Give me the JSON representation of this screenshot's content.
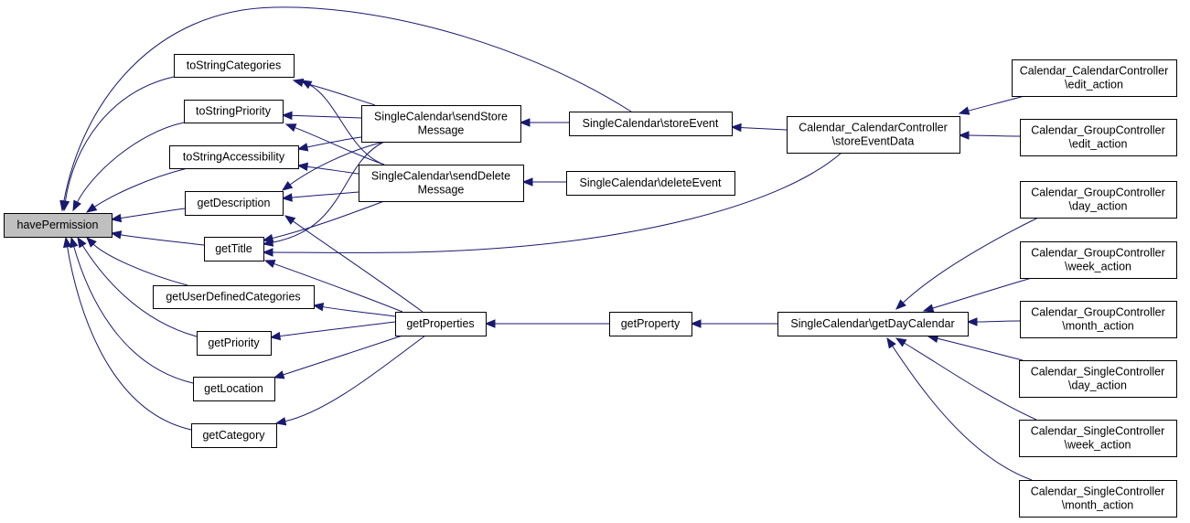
{
  "diagram": {
    "type": "call-graph",
    "colors": {
      "edge": "#191970",
      "root_fill": "#bfbfbf",
      "node_fill": "#ffffff",
      "border": "#000000"
    },
    "nodes": [
      {
        "id": "havePermission",
        "lines": [
          "havePermission"
        ],
        "root": true
      },
      {
        "id": "toStringCategories",
        "lines": [
          "toStringCategories"
        ]
      },
      {
        "id": "toStringPriority",
        "lines": [
          "toStringPriority"
        ]
      },
      {
        "id": "toStringAccessibility",
        "lines": [
          "toStringAccessibility"
        ]
      },
      {
        "id": "getDescription",
        "lines": [
          "getDescription"
        ]
      },
      {
        "id": "getTitle",
        "lines": [
          "getTitle"
        ]
      },
      {
        "id": "getUserDefinedCategories",
        "lines": [
          "getUserDefinedCategories"
        ]
      },
      {
        "id": "getPriority",
        "lines": [
          "getPriority"
        ]
      },
      {
        "id": "getLocation",
        "lines": [
          "getLocation"
        ]
      },
      {
        "id": "getCategory",
        "lines": [
          "getCategory"
        ]
      },
      {
        "id": "sendStoreMessage",
        "lines": [
          "SingleCalendar\\sendStore",
          "Message"
        ]
      },
      {
        "id": "sendDeleteMessage",
        "lines": [
          "SingleCalendar\\sendDelete",
          "Message"
        ]
      },
      {
        "id": "getProperties",
        "lines": [
          "getProperties"
        ]
      },
      {
        "id": "storeEvent",
        "lines": [
          "SingleCalendar\\storeEvent"
        ]
      },
      {
        "id": "deleteEvent",
        "lines": [
          "SingleCalendar\\deleteEvent"
        ]
      },
      {
        "id": "getProperty",
        "lines": [
          "getProperty"
        ]
      },
      {
        "id": "storeEventData",
        "lines": [
          "Calendar_CalendarController",
          "\\storeEventData"
        ]
      },
      {
        "id": "getDayCalendar",
        "lines": [
          "SingleCalendar\\getDayCalendar"
        ]
      },
      {
        "id": "ccEditAction",
        "lines": [
          "Calendar_CalendarController",
          "\\edit_action"
        ]
      },
      {
        "id": "gcEditAction",
        "lines": [
          "Calendar_GroupController",
          "\\edit_action"
        ]
      },
      {
        "id": "gcDayAction",
        "lines": [
          "Calendar_GroupController",
          "\\day_action"
        ]
      },
      {
        "id": "gcWeekAction",
        "lines": [
          "Calendar_GroupController",
          "\\week_action"
        ]
      },
      {
        "id": "gcMonthAction",
        "lines": [
          "Calendar_GroupController",
          "\\month_action"
        ]
      },
      {
        "id": "scDayAction",
        "lines": [
          "Calendar_SingleController",
          "\\day_action"
        ]
      },
      {
        "id": "scWeekAction",
        "lines": [
          "Calendar_SingleController",
          "\\week_action"
        ]
      },
      {
        "id": "scMonthAction",
        "lines": [
          "Calendar_SingleController",
          "\\month_action"
        ]
      }
    ],
    "edges": [
      {
        "from": "toStringCategories",
        "to": "havePermission"
      },
      {
        "from": "toStringPriority",
        "to": "havePermission"
      },
      {
        "from": "toStringAccessibility",
        "to": "havePermission"
      },
      {
        "from": "getDescription",
        "to": "havePermission"
      },
      {
        "from": "getTitle",
        "to": "havePermission"
      },
      {
        "from": "getUserDefinedCategories",
        "to": "havePermission"
      },
      {
        "from": "getPriority",
        "to": "havePermission"
      },
      {
        "from": "getLocation",
        "to": "havePermission"
      },
      {
        "from": "getCategory",
        "to": "havePermission"
      },
      {
        "from": "storeEvent",
        "to": "havePermission"
      },
      {
        "from": "sendStoreMessage",
        "to": "toStringCategories"
      },
      {
        "from": "sendDeleteMessage",
        "to": "toStringCategories"
      },
      {
        "from": "sendStoreMessage",
        "to": "toStringPriority"
      },
      {
        "from": "sendDeleteMessage",
        "to": "toStringPriority"
      },
      {
        "from": "sendStoreMessage",
        "to": "toStringAccessibility"
      },
      {
        "from": "sendDeleteMessage",
        "to": "toStringAccessibility"
      },
      {
        "from": "sendStoreMessage",
        "to": "getDescription"
      },
      {
        "from": "sendDeleteMessage",
        "to": "getDescription"
      },
      {
        "from": "getProperties",
        "to": "getDescription"
      },
      {
        "from": "sendStoreMessage",
        "to": "getTitle"
      },
      {
        "from": "sendDeleteMessage",
        "to": "getTitle"
      },
      {
        "from": "storeEventData",
        "to": "getTitle"
      },
      {
        "from": "getProperties",
        "to": "getTitle"
      },
      {
        "from": "getProperties",
        "to": "getUserDefinedCategories"
      },
      {
        "from": "getProperties",
        "to": "getPriority"
      },
      {
        "from": "getProperties",
        "to": "getLocation"
      },
      {
        "from": "getProperties",
        "to": "getCategory"
      },
      {
        "from": "storeEvent",
        "to": "sendStoreMessage"
      },
      {
        "from": "deleteEvent",
        "to": "sendDeleteMessage"
      },
      {
        "from": "getProperty",
        "to": "getProperties"
      },
      {
        "from": "storeEventData",
        "to": "storeEvent"
      },
      {
        "from": "getDayCalendar",
        "to": "getProperty"
      },
      {
        "from": "ccEditAction",
        "to": "storeEventData"
      },
      {
        "from": "gcEditAction",
        "to": "storeEventData"
      },
      {
        "from": "gcDayAction",
        "to": "getDayCalendar"
      },
      {
        "from": "gcWeekAction",
        "to": "getDayCalendar"
      },
      {
        "from": "gcMonthAction",
        "to": "getDayCalendar"
      },
      {
        "from": "scDayAction",
        "to": "getDayCalendar"
      },
      {
        "from": "scWeekAction",
        "to": "getDayCalendar"
      },
      {
        "from": "scMonthAction",
        "to": "getDayCalendar"
      }
    ]
  }
}
